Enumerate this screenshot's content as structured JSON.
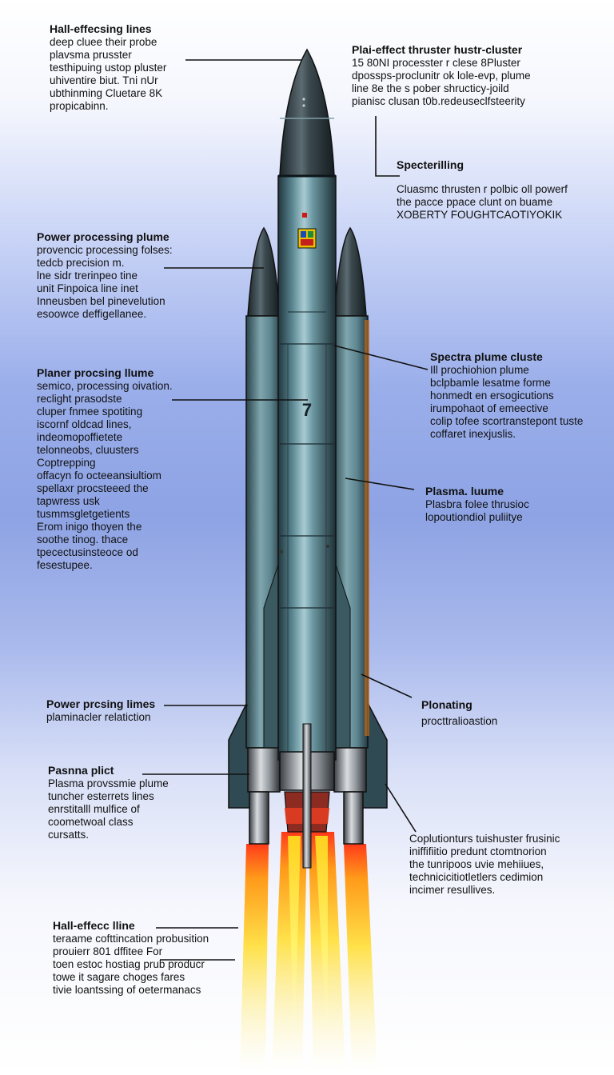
{
  "labels": [
    {
      "title": "Hall-effecsing lines",
      "lines": [
        "deep cluee their probe",
        "plavsma prusster",
        "testhipuing ustop pluster",
        "uhiventire biut. Tni nUr",
        "ubthinming Cluetare 8K",
        "propicabinn."
      ]
    },
    {
      "title": "Plai-effect thruster  hustr-cluster",
      "lines": [
        "15 80NI processter r clese 8Pluster",
        "dpossps-proclunitr ok lole-evp, plume",
        "line 8e the s pober shructicy-joild",
        "pianisc clusan t0b.redeuseclfsteerity"
      ]
    },
    {
      "title": "Specterilling",
      "lines": []
    },
    {
      "title": "",
      "lines": [
        "Cluasmc thrusten r polbic oll powerf",
        "the pacce ppace clunt on buame",
        "XOBERTY FOUGHTCAOTIYOKIK"
      ]
    },
    {
      "title": "Power processing plume",
      "lines": [
        "provencic processing folses:",
        "tedcb precision m.",
        "lne sidr trerinpeo tine",
        "unit Finpoica line inet",
        "Inneusben bel pinevelution",
        "esoowce deffigellanee."
      ]
    },
    {
      "title": "Spectra plume  cluste",
      "lines": [
        "Ill prochiohion plume",
        "bclpbamle lesatme forme",
        "honmedt en ersogicutions",
        "irumpohaot of emeective",
        "colip tofee scortranstepont tuste",
        "coffaret inexjuslis."
      ]
    },
    {
      "title": "Planer procsing llume",
      "lines": [
        "semico, processing oivation.",
        "reclight prasodste",
        "cluper fnmee spotiting",
        "iscornf oldcad lines,",
        "indeomopoffietete",
        "telonneobs, cluusters",
        "Coptrepping",
        "offacyn fo octeeansiultiom",
        "spellaxr procsteeed the",
        "tapwress usk",
        "tusmmsgletgetients",
        "Erom inigo thoyen the",
        "soothe tinog. thace",
        "tpecectusinsteoce od",
        "fesestupee."
      ]
    },
    {
      "title": "Plasma. luume",
      "lines": [
        "Plasbra folee thrusioc",
        "lopoutiondiol puliitye"
      ]
    },
    {
      "title": "Power prcsing limes",
      "lines": [
        "plaminacler relatiction"
      ]
    },
    {
      "title": "Plonating",
      "lines": []
    },
    {
      "title": "",
      "lines": [
        "procttralioastion"
      ]
    },
    {
      "title": "Pasnna plict",
      "lines": [
        "Plasma provssmie plume",
        "tuncher esterrets lines",
        "enrstitalll mulfice of",
        "coometwoal class",
        "cursatts."
      ]
    },
    {
      "title": "",
      "lines": [
        "Coplutionturs tuishuster frusinic",
        "iniffifiitio predunt ctomtnorion",
        "the tunripoos uvie mehiiues,",
        "technicicitiotletlers cedimion",
        "incimer resullives."
      ]
    },
    {
      "title": "Hall-effecc lline",
      "lines": [
        "teraame cofttincation probusition",
        "prouierr 801 dffitee For",
        "toen estoc hostiag prub producr",
        "towe it sagare choges fares",
        "tivie loantssing of oetermanacs"
      ]
    }
  ],
  "badge": "7",
  "colors": {
    "hull": "#4a7580",
    "hull_light": "#8fb4bd",
    "hull_dark": "#1f343b",
    "nose": "#2b3a40",
    "flame_core": "#fff26a",
    "flame_mid": "#ffd21e",
    "flame_outer": "#ff8a1c",
    "exhaust_ring": "#c0241c"
  }
}
